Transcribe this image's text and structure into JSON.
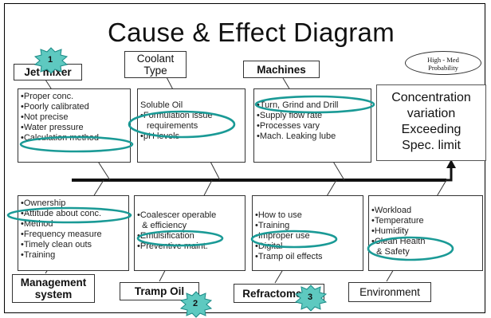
{
  "title": "Cause & Effect Diagram",
  "probability_note": [
    "High - Med",
    "Probability"
  ],
  "effect": [
    "Concentration",
    "variation",
    "Exceeding",
    "Spec. limit"
  ],
  "star_numbers": [
    "1",
    "2",
    "3"
  ],
  "categories": {
    "jet_mixer": {
      "label": [
        "Jet mixer"
      ],
      "causes": [
        "•Proper conc.",
        "•Poorly calibrated",
        "•Not precise",
        "•Water pressure",
        "•Calculation method"
      ]
    },
    "coolant_type": {
      "label": [
        "Coolant",
        "Type"
      ],
      "causes": [
        "Soluble Oil",
        "•Formulation issue",
        "requirements",
        "•pH levels"
      ]
    },
    "machines": {
      "label": [
        "Machines"
      ],
      "causes": [
        "•Turn, Grind and Drill",
        "•Supply flow rate",
        "•Processes vary",
        "•Mach. Leaking lube"
      ]
    },
    "management_system": {
      "label": [
        "Management",
        "system"
      ],
      "causes": [
        "•Ownership",
        "•Attitude about conc.",
        "•Method",
        "•Frequency measure",
        "•Timely clean outs",
        "•Training"
      ]
    },
    "tramp_oil": {
      "label": [
        "Tramp Oil"
      ],
      "causes": [
        "•Coalescer operable",
        "  & efficiency",
        "•Emulsification",
        "•Preventive maint."
      ]
    },
    "refractometer": {
      "label": [
        "Refractometer"
      ],
      "causes": [
        "•How to use",
        "•Training",
        "•Improper use",
        "•Digital",
        "•Tramp oil effects"
      ]
    },
    "environment": {
      "label": [
        "Environment"
      ],
      "causes": [
        "•Workload",
        "•Temperature",
        "•Humidity",
        "•Clean Health",
        "  & Safety"
      ]
    }
  }
}
